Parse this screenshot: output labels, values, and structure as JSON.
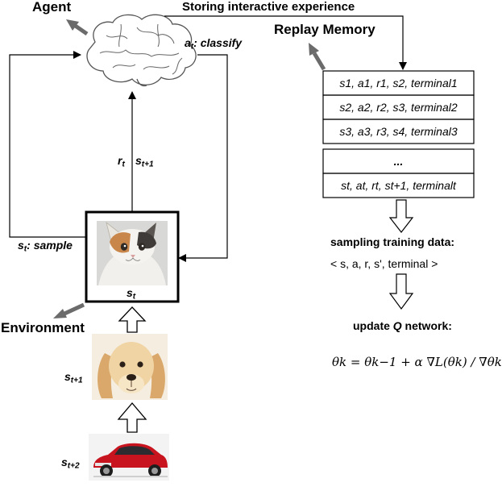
{
  "title": "Storing interactive experience",
  "agent_label": "Agent",
  "replay_memory_label": "Replay Memory",
  "environment_label": "Environment",
  "action": {
    "var": "a",
    "sub": "t",
    "text": ": classify"
  },
  "state_sample": {
    "var": "s",
    "sub": "t",
    "text": ": sample"
  },
  "reward": {
    "var": "r",
    "sub": "t"
  },
  "next_state": {
    "var": "s",
    "sub": "t+1"
  },
  "current_image_caption": {
    "var": "s",
    "sub": "t"
  },
  "queue": [
    {
      "var": "s",
      "sub": "t+1",
      "picture": "puppy"
    },
    {
      "var": "s",
      "sub": "t+2",
      "picture": "red car"
    }
  ],
  "current_picture": "cat",
  "memory_rows": [
    "s1, a1, r1, s2, terminal1",
    "s2, a2, r2, s3, terminal2",
    "s3, a3, r3, s4, terminal3",
    "...",
    "st, at, rt, st+1, terminalt"
  ],
  "sampling_title": "sampling training data:",
  "sampling_tuple": "< s, a, r, s', terminal >",
  "update_title": {
    "pre": "update ",
    "q": "Q",
    "post": " network:"
  },
  "formula": "θk = θk−1 + α ∇L(θk) / ∇θk",
  "icons": [
    "brain-icon",
    "cat-photo",
    "puppy-photo",
    "car-photo"
  ],
  "colors": {
    "line": "#000000",
    "pointer_arrow": "#6b6b6b"
  }
}
